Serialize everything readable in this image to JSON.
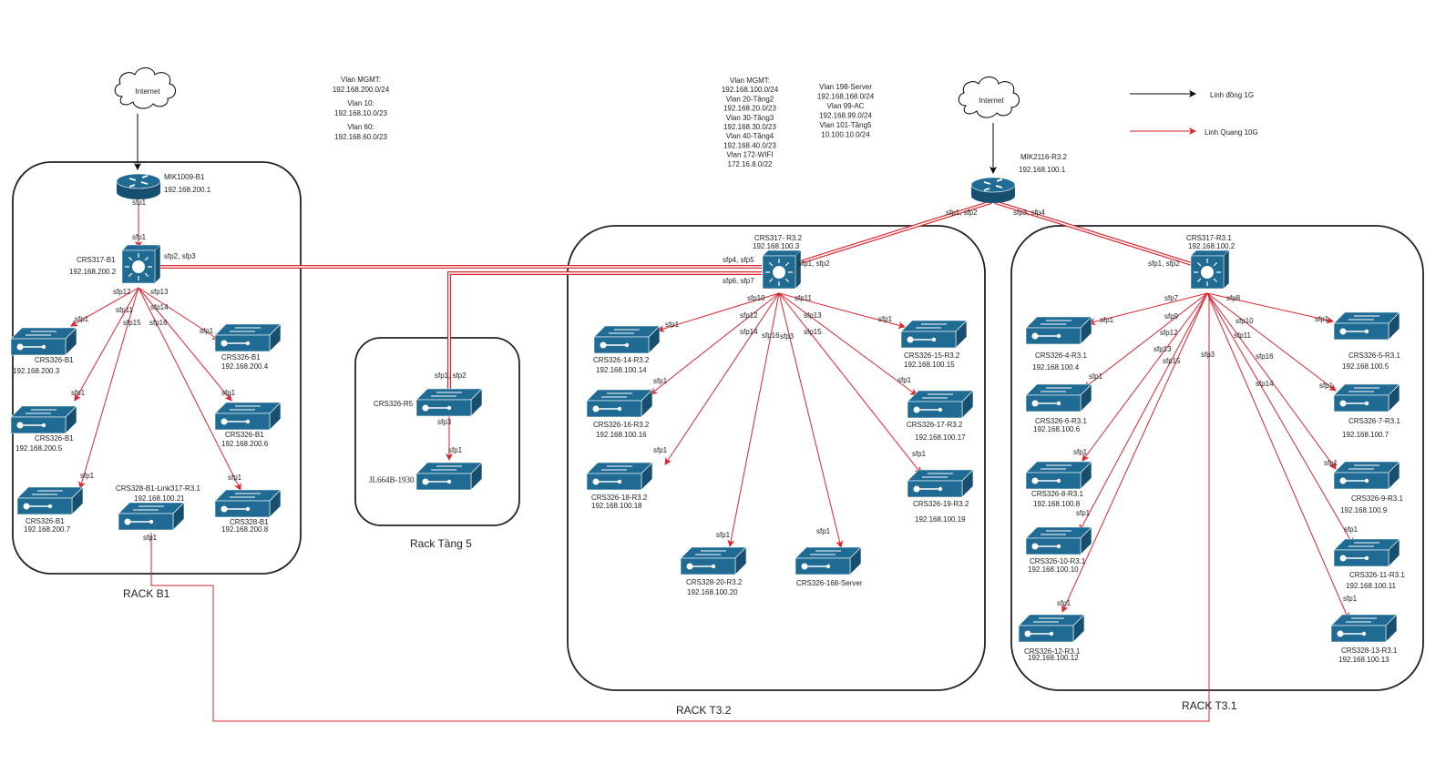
{
  "colors": {
    "device": "#1f6b94",
    "device_dark": "#164f6f",
    "fiber": "#d9262e",
    "copper": "#000000",
    "rack_border": "#222222"
  },
  "legend": {
    "items": [
      {
        "label": "Linh đồng 1G",
        "type": "copper"
      },
      {
        "label": "Linh Quang 10G",
        "type": "fiber"
      }
    ]
  },
  "vlan_notes": [
    {
      "id": "vlan-b1",
      "lines": [
        "Vlan MGMT:",
        "192.168.200.0/24",
        "Vlan 10:",
        "192.168.10.0/23",
        "Vlan 60:",
        "192.168.60.0/23"
      ]
    },
    {
      "id": "vlan-r3-a",
      "lines": [
        "Vlan MGMT:",
        "192.168.100.0/24",
        "Vlan 20-Tầng2",
        "192.168.20.0/23",
        "Vlan 30-Tầng3",
        "192.168.30.0/23",
        "Vlan 40-Tầng4",
        "192.168.40.0/23",
        "Vlan 172-WIFI",
        "172.16.8.0/22"
      ]
    },
    {
      "id": "vlan-r3-b",
      "lines": [
        "Vlan 198-Server",
        "192.168.168.0/24",
        "Vlan 99-AC",
        "192.168.99.0/24",
        "Vlan 101-Tầng5",
        "10.100.10.0/24"
      ]
    }
  ],
  "racks": [
    {
      "id": "rack-b1",
      "label": "RACK B1"
    },
    {
      "id": "rack-t5",
      "label": "Rack Tầng 5"
    },
    {
      "id": "rack-t32",
      "label": "RACK T3.2"
    },
    {
      "id": "rack-t31",
      "label": "RACK T3.1"
    }
  ],
  "clouds": [
    {
      "id": "internet-b1",
      "label": "Internet"
    },
    {
      "id": "internet-r3",
      "label": "Internet"
    }
  ],
  "devices": [
    {
      "id": "mik1009-b1",
      "type": "router",
      "name": "MIK1009-B1",
      "ip": "192.168.200.1"
    },
    {
      "id": "crs317-b1",
      "type": "core",
      "name": "CRS317-B1",
      "ip": "192.168.200.2"
    },
    {
      "id": "b1-sw3",
      "type": "switch",
      "name": "CRS326-B1",
      "ip": "192.168.200.3"
    },
    {
      "id": "b1-sw4",
      "type": "switch",
      "name": "CRS326-B1",
      "ip": "192.168.200.4"
    },
    {
      "id": "b1-sw5",
      "type": "switch",
      "name": "CRS326-B1",
      "ip": "192.168.200.5"
    },
    {
      "id": "b1-sw6",
      "type": "switch",
      "name": "CRS326-B1",
      "ip": "192.168.200.6"
    },
    {
      "id": "b1-sw7",
      "type": "switch",
      "name": "CRS326-B1",
      "ip": "192.168.200.7"
    },
    {
      "id": "b1-sw8",
      "type": "switch",
      "name": "CRS328-B1",
      "ip": "192.168.200.8"
    },
    {
      "id": "b1-link",
      "type": "switch",
      "name": "CRS328-B1-Link317-R3.1",
      "ip": "192.168.100.21"
    },
    {
      "id": "crs326-r5",
      "type": "switch",
      "name": "CRS326-R5",
      "ip": ""
    },
    {
      "id": "jl664b",
      "type": "switch",
      "name": "JL664B-1930",
      "ip": ""
    },
    {
      "id": "mik2116",
      "type": "router",
      "name": "MIK2116-R3.2",
      "ip": "192.168.100.1"
    },
    {
      "id": "crs317-r32",
      "type": "core",
      "name": "CRS317- R3.2",
      "ip": "192.168.100.3"
    },
    {
      "id": "r32-14",
      "type": "switch",
      "name": "CRS326-14-R3.2",
      "ip": "192.168.100.14"
    },
    {
      "id": "r32-15",
      "type": "switch",
      "name": "CRS326-15-R3.2",
      "ip": "192.168.100.15"
    },
    {
      "id": "r32-16",
      "type": "switch",
      "name": "CRS326-16-R3.2",
      "ip": "192.168.100.16"
    },
    {
      "id": "r32-17",
      "type": "switch",
      "name": "CRS326-17-R3.2",
      "ip": "192.168.100.17"
    },
    {
      "id": "r32-18",
      "type": "switch",
      "name": "CRS326-18-R3.2",
      "ip": "192.168.100.18"
    },
    {
      "id": "r32-19",
      "type": "switch",
      "name": "CRS326-19-R3.2",
      "ip": "192.168.100.19"
    },
    {
      "id": "r32-20",
      "type": "switch",
      "name": "CRS328-20-R3.2",
      "ip": "192.168.100.20"
    },
    {
      "id": "r32-server",
      "type": "switch",
      "name": "CRS326-168-Server",
      "ip": ""
    },
    {
      "id": "crs317-r31",
      "type": "core",
      "name": "CRS317-R3.1",
      "ip": "192.168.100.2"
    },
    {
      "id": "r31-4",
      "type": "switch",
      "name": "CRS326-4-R3.1",
      "ip": "192.168.100.4"
    },
    {
      "id": "r31-5",
      "type": "switch",
      "name": "CRS326-5-R3.1",
      "ip": "192.168.100.5"
    },
    {
      "id": "r31-6",
      "type": "switch",
      "name": "CRS326-6-R3.1",
      "ip": "192.168.100.6"
    },
    {
      "id": "r31-7",
      "type": "switch",
      "name": "CRS326-7-R3.1",
      "ip": "192.168.100.7"
    },
    {
      "id": "r31-8",
      "type": "switch",
      "name": "CRS326-8-R3.1",
      "ip": "192.168.100.8"
    },
    {
      "id": "r31-9",
      "type": "switch",
      "name": "CRS326-9-R3.1",
      "ip": "192.168.100.9"
    },
    {
      "id": "r31-10",
      "type": "switch",
      "name": "CRS326-10-R3.1",
      "ip": "192.168.100.10"
    },
    {
      "id": "r31-11",
      "type": "switch",
      "name": "CRS326-11-R3.1",
      "ip": "192.168.100.11"
    },
    {
      "id": "r31-12",
      "type": "switch",
      "name": "CRS326-12-R3.1",
      "ip": "192.168.100.12"
    },
    {
      "id": "r31-13",
      "type": "switch",
      "name": "CRS328-13-R3.1",
      "ip": "192.168.100.13"
    }
  ],
  "links": [
    {
      "from": "internet-b1",
      "to": "mik1009-b1",
      "type": "copper"
    },
    {
      "from": "internet-r3",
      "to": "mik2116",
      "type": "copper"
    },
    {
      "from": "mik1009-b1",
      "to": "crs317-b1",
      "type": "fiber",
      "src_port": "sfp1",
      "dst_port": "sfp1"
    },
    {
      "from": "crs317-b1",
      "to": "b1-sw3",
      "type": "fiber",
      "src_port": "sfp12",
      "dst_port": "sfp1"
    },
    {
      "from": "crs317-b1",
      "to": "b1-sw4",
      "type": "fiber",
      "src_port": "sfp13",
      "dst_port": "sfp1"
    },
    {
      "from": "crs317-b1",
      "to": "b1-sw5",
      "type": "fiber",
      "src_port": "sfp11",
      "dst_port": "sfp1"
    },
    {
      "from": "crs317-b1",
      "to": "b1-sw6",
      "type": "fiber",
      "src_port": "sfp14",
      "dst_port": "sfp1"
    },
    {
      "from": "crs317-b1",
      "to": "b1-sw7",
      "type": "fiber",
      "src_port": "sfp15",
      "dst_port": "sfp1"
    },
    {
      "from": "crs317-b1",
      "to": "b1-sw8",
      "type": "fiber",
      "src_port": "sfp16",
      "dst_port": "sfp1"
    },
    {
      "from": "crs317-b1",
      "to": "crs317-r32",
      "type": "fiber",
      "src_port": "sfp2, sfp3",
      "dst_port": "sfp4, sfp5"
    },
    {
      "from": "crs317-r32",
      "to": "crs326-r5",
      "type": "fiber",
      "src_port": "sfp6, sfp7",
      "dst_port": "sfp1, sfp2"
    },
    {
      "from": "crs326-r5",
      "to": "jl664b",
      "type": "fiber",
      "src_port": "sfp3",
      "dst_port": "sfp1"
    },
    {
      "from": "mik2116",
      "to": "crs317-r32",
      "type": "fiber",
      "src_port": "sfp1, sfp2",
      "dst_port": "sfp1, sfp2"
    },
    {
      "from": "mik2116",
      "to": "crs317-r31",
      "type": "fiber",
      "src_port": "sfp3, sfp4",
      "dst_port": "sfp1, sfp2"
    },
    {
      "from": "crs317-r32",
      "to": "r32-14",
      "type": "fiber",
      "src_port": "sfp10",
      "dst_port": "sfp1"
    },
    {
      "from": "crs317-r32",
      "to": "r32-15",
      "type": "fiber",
      "src_port": "sfp11",
      "dst_port": "sfp1"
    },
    {
      "from": "crs317-r32",
      "to": "r32-16",
      "type": "fiber",
      "src_port": "sfp12",
      "dst_port": "sfp1"
    },
    {
      "from": "crs317-r32",
      "to": "r32-17",
      "type": "fiber",
      "src_port": "sfp13",
      "dst_port": "sfp1"
    },
    {
      "from": "crs317-r32",
      "to": "r32-18",
      "type": "fiber",
      "src_port": "sfp14",
      "dst_port": "sfp1"
    },
    {
      "from": "crs317-r32",
      "to": "r32-19",
      "type": "fiber",
      "src_port": "sfp15",
      "dst_port": "sfp1"
    },
    {
      "from": "crs317-r32",
      "to": "r32-20",
      "type": "fiber",
      "src_port": "sfp16",
      "dst_port": "sfp1"
    },
    {
      "from": "crs317-r32",
      "to": "r32-server",
      "type": "fiber",
      "src_port": "sfp3",
      "dst_port": "sfp1"
    },
    {
      "from": "crs317-r31",
      "to": "r31-4",
      "type": "fiber",
      "src_port": "sfp7",
      "dst_port": "sfp1"
    },
    {
      "from": "crs317-r31",
      "to": "r31-5",
      "type": "fiber",
      "src_port": "sfp8",
      "dst_port": "sfp1"
    },
    {
      "from": "crs317-r31",
      "to": "r31-6",
      "type": "fiber",
      "src_port": "sfp9",
      "dst_port": "sfp1"
    },
    {
      "from": "crs317-r31",
      "to": "r31-7",
      "type": "fiber",
      "src_port": "sfp10",
      "dst_port": "sfp1"
    },
    {
      "from": "crs317-r31",
      "to": "r31-8",
      "type": "fiber",
      "src_port": "sfp12",
      "dst_port": "sfp1"
    },
    {
      "from": "crs317-r31",
      "to": "r31-9",
      "type": "fiber",
      "src_port": "sfp11",
      "dst_port": "sfp1"
    },
    {
      "from": "crs317-r31",
      "to": "r31-10",
      "type": "fiber",
      "src_port": "sfp13",
      "dst_port": "sfp1"
    },
    {
      "from": "crs317-r31",
      "to": "r31-11",
      "type": "fiber",
      "src_port": "sfp16",
      "dst_port": "sfp1"
    },
    {
      "from": "crs317-r31",
      "to": "r31-12",
      "type": "fiber",
      "src_port": "sfp15",
      "dst_port": "sfp1"
    },
    {
      "from": "crs317-r31",
      "to": "r31-13",
      "type": "fiber",
      "src_port": "sfp14",
      "dst_port": "sfp1"
    },
    {
      "from": "crs317-r31",
      "to": "b1-link",
      "type": "fiber",
      "src_port": "sfp3",
      "dst_port": "sfp1"
    }
  ]
}
